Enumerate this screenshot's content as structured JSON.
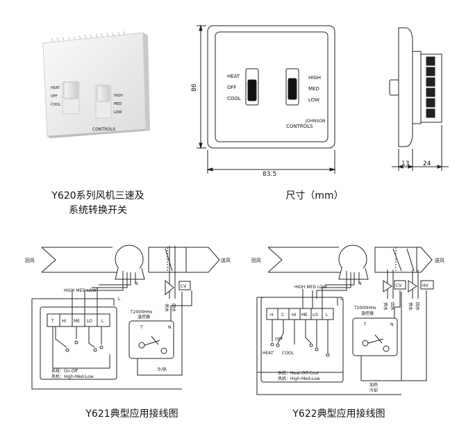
{
  "product": {
    "caption_line1": "Y620系列风机三速及",
    "caption_line2": "系统转换开关",
    "left_labels": [
      "HEAT",
      "OFF",
      "COOL"
    ],
    "right_labels": [
      "HIGH",
      "MED",
      "LOW"
    ],
    "brand": "CONTROLS"
  },
  "dimensions": {
    "caption": "尺寸（mm）",
    "front_labels": [
      "HEAT",
      "OFF",
      "COOL"
    ],
    "front_labels_right": [
      "HIGH",
      "MED",
      "LOW"
    ],
    "front_brand_top": "JOHNSON",
    "front_brand": "CONTROLS",
    "height": "86",
    "width": "83.5",
    "side_width_a": "13",
    "side_width_b": "24"
  },
  "wiring_y621": {
    "caption": "Y621典型应用接线图",
    "return_air": "回风",
    "supply_air": "送风",
    "fan_wires": "HIGH MED LOW",
    "neutral": "N",
    "line": "L",
    "terminals": [
      "T",
      "HI",
      "ME",
      "LO",
      "L"
    ],
    "thermostat_title": "T2000HHx",
    "thermostat_sub": "温控器",
    "thermostat_t": "T",
    "thermostat_n": "N",
    "cv": "CV",
    "pipe_supply": "供水",
    "pipe_return": "回水",
    "cold_heat": "冷/热",
    "note_system": "系统：On-Off",
    "note_fan": "风机：High-Med-Low"
  },
  "wiring_y622": {
    "caption": "Y622典型应用接线图",
    "return_air": "回风",
    "supply_air": "送风",
    "fan_wires": "HIGH MED LOW",
    "neutral": "N",
    "line": "L",
    "terminals": [
      "H",
      "C",
      "HI",
      "ME",
      "LO",
      "L"
    ],
    "thermostat_title": "T2000HHx",
    "thermostat_sub": "温控器",
    "thermostat_t": "T",
    "thermostat_n": "N",
    "cv": "CV",
    "hv": "HV",
    "pipe_supply": "供水",
    "pipe_return": "回水",
    "switch_off": "OFF",
    "switch_heat": "HEAT",
    "switch_cool": "COOL",
    "note_system": "系统：Heat-Off-Cool",
    "note_fan": "风机：High-Med-Low",
    "heating": "加热",
    "cooling": "冷却"
  }
}
